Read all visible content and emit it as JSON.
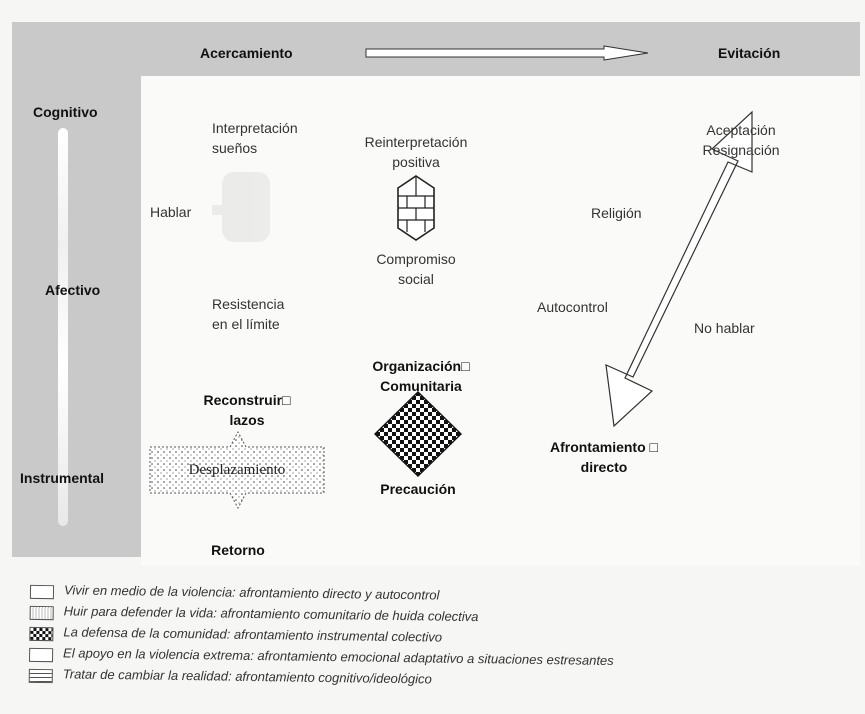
{
  "axes": {
    "top_left": "Acercamiento",
    "top_right": "Evitación",
    "left_top": "Cognitivo",
    "left_middle": "Afectivo",
    "left_bottom": "Instrumental"
  },
  "nodes": {
    "interpretacion_suenos": "Interpretación\nsueños",
    "reinterpretacion_positiva": "Reinterpretación\npositiva",
    "hablar": "Hablar",
    "compromiso_social": "Compromiso\nsocial",
    "resistencia": "Resistencia\nen el límite",
    "aceptacion": "Aceptación\nResignación",
    "religion": "Religión",
    "autocontrol": "Autocontrol",
    "no_hablar": "No hablar",
    "organizacion": "Organización□\nComunitaria",
    "reconstruir": "Reconstruir□\nlazos",
    "desplazamiento": "Desplazamiento",
    "precaucion": "Precaución",
    "afrontamiento_directo": "Afrontamiento □\ndirecto",
    "retorno": "Retorno"
  },
  "legend": [
    {
      "text": "Vivir en medio de la violencia: afrontamiento directo y autocontrol",
      "swatch": "plain"
    },
    {
      "text": "Huir para defender la vida: afrontamiento comunitario de huida colectiva",
      "swatch": "dotted"
    },
    {
      "text": "La defensa de la comunidad: afrontamiento instrumental colectivo",
      "swatch": "checker"
    },
    {
      "text": "El apoyo en la violencia extrema: afrontamiento emocional adaptativo a situaciones estresantes",
      "swatch": "plain"
    },
    {
      "text": "Tratar de cambiar la realidad: afrontamiento cognitivo/ideológico",
      "swatch": "brick"
    }
  ],
  "colors": {
    "frame": "#c9c9c9",
    "panel": "#fafaf8",
    "ink": "#222222",
    "checker_dark": "#111111"
  }
}
